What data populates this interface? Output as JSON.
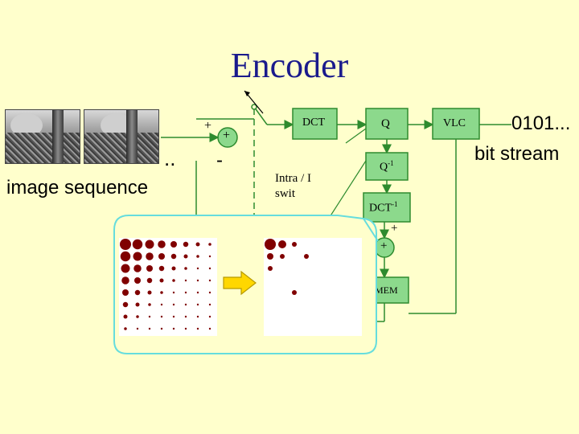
{
  "title": "Encoder",
  "input": {
    "label": "image sequence",
    "dots": ".."
  },
  "blocks": {
    "dct": "DCT",
    "q": "Q",
    "q_inv_base": "Q",
    "q_inv_sup": "-1",
    "dct_inv_base": "DCT",
    "dct_inv_sup": "-1",
    "mem": "MEM",
    "vlc": "VLC"
  },
  "switch_label": {
    "line1": "Intra / I",
    "line2": "swit"
  },
  "signs": {
    "plus_top": "+",
    "plus_node": "+",
    "minus": "-",
    "plus_adder_in": "+",
    "plus_adder_node": "+"
  },
  "output": {
    "bits": "0101...",
    "label": "bit stream"
  },
  "colors": {
    "background": "#ffffcc",
    "title": "#1a1a8c",
    "block_fill": "#8cd98c",
    "block_border": "#2e8b2e",
    "coefficient": "#800000",
    "arrow": "#ffd700",
    "callout_border": "#66dddd"
  }
}
